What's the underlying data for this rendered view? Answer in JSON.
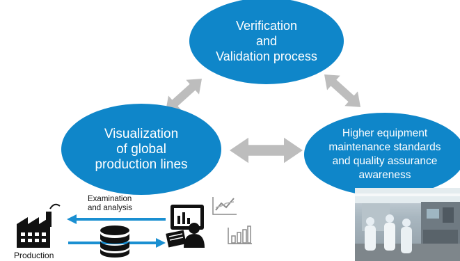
{
  "nodes": {
    "top": "Verification\nand\nValidation process",
    "left": "Visualization\nof global\nproduction lines",
    "right": "Higher equipment\nmaintenance standards\nand quality assurance\nawareness"
  },
  "flow": {
    "examination_label": "Examination\nand analysis",
    "production_label": "Production"
  },
  "colors": {
    "node_fill": "#0f86c9",
    "arrow_gray": "#bdbdbd",
    "flow_arrow": "#1a8fd1"
  },
  "icons": [
    "factory-icon",
    "database-icon",
    "analyst-dashboard-icon",
    "line-chart-icon",
    "bar-chart-icon"
  ]
}
